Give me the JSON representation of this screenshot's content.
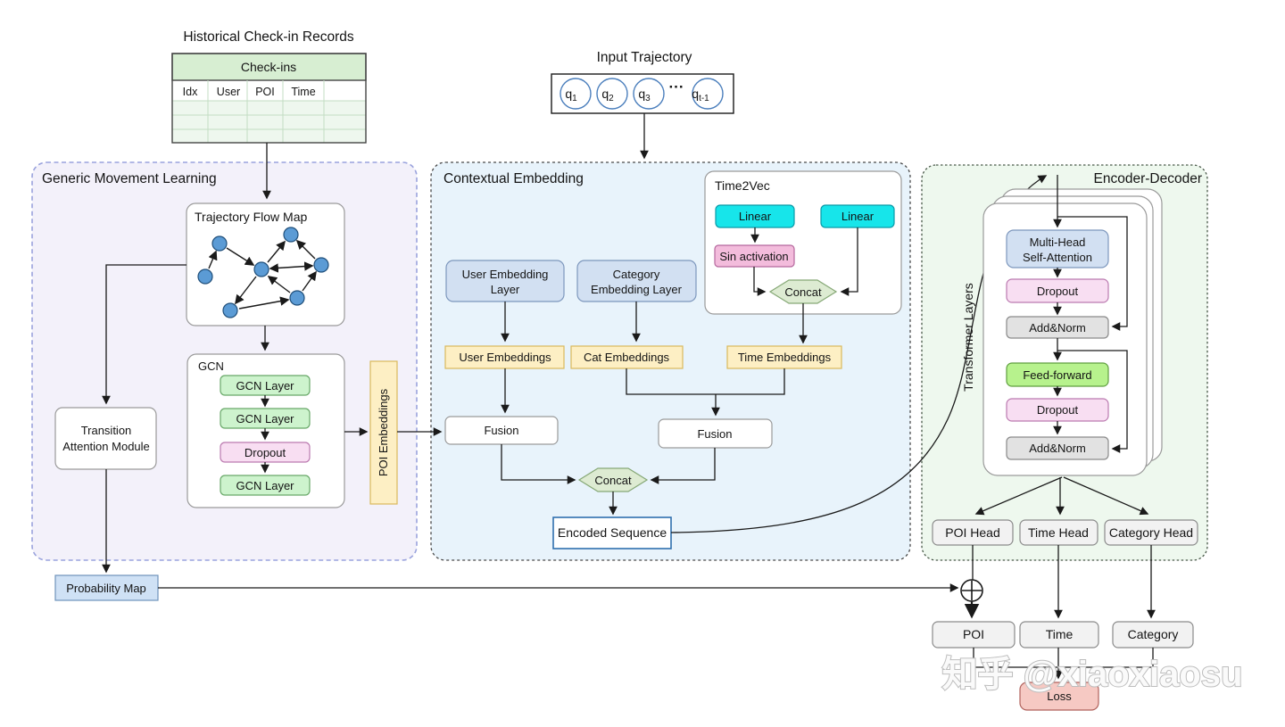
{
  "palette": {
    "movement_bg": "#f3f1fa",
    "movement_border": "#9aa3dd",
    "context_bg": "#e8f3fb",
    "context_border": "#4a4a4a",
    "encdec_bg": "#eef8ee",
    "encdec_border": "#4a5a4a",
    "green_box": "#cdf3cd",
    "pink_box": "#f8def2",
    "yellow_box": "#fdefc4",
    "blue_box": "#d2e0f2",
    "cyan_box": "#17e5ea",
    "magenta_box": "#f3bcdc",
    "hex_green": "#ddebd2",
    "ff_green": "#b7f28d",
    "gray_box": "#e2e2e2",
    "output_gray": "#f2f2f2",
    "prob_blue": "#cfe1f5",
    "loss_red": "#f6c9c3",
    "table_header_green": "#d7eed2",
    "node_blue": "#5b9bd5"
  },
  "checkins": {
    "title": "Historical Check-in Records",
    "header": "Check-ins",
    "columns": [
      "Idx",
      "User",
      "POI",
      "Time"
    ]
  },
  "trajectory": {
    "label": "Input Trajectory",
    "dots": "···",
    "items": [
      {
        "base": "q",
        "sub": "1"
      },
      {
        "base": "q",
        "sub": "2"
      },
      {
        "base": "q",
        "sub": "3"
      },
      {
        "base": "q",
        "sub": "t-1"
      }
    ]
  },
  "movement": {
    "title": "Generic Movement Learning",
    "flow_map_label": "Trajectory Flow Map",
    "gcn_title": "GCN",
    "gcn_layers": [
      "GCN Layer",
      "GCN Layer",
      "Dropout",
      "GCN Layer"
    ],
    "tam_line1": "Transition",
    "tam_line2": "Attention Module",
    "poi_embeddings": "POI Embeddings",
    "probability_map": "Probability Map"
  },
  "context": {
    "title": "Contextual Embedding",
    "time2vec": {
      "title": "Time2Vec",
      "linear1": "Linear",
      "linear2": "Linear",
      "sin": "Sin activation",
      "concat": "Concat"
    },
    "user_layer_line1": "User Embedding",
    "user_layer_line2": "Layer",
    "cat_layer_line1": "Category",
    "cat_layer_line2": "Embedding Layer",
    "user_embeddings": "User Embeddings",
    "cat_embeddings": "Cat Embeddings",
    "time_embeddings": "Time Embeddings",
    "fusion_left": "Fusion",
    "fusion_right": "Fusion",
    "concat": "Concat",
    "encoded_sequence": "Encoded Sequence"
  },
  "encoder_decoder": {
    "title": "Encoder-Decoder",
    "stack_label": "Transformer Layers",
    "mhsa_line1": "Multi-Head",
    "mhsa_line2": "Self-Attention",
    "dropout1": "Dropout",
    "addnorm1": "Add&Norm",
    "feed_forward": "Feed-forward",
    "dropout2": "Dropout",
    "addnorm2": "Add&Norm",
    "heads": [
      "POI Head",
      "Time Head",
      "Category Head"
    ]
  },
  "outputs": {
    "poi": "POI",
    "time": "Time",
    "category": "Category",
    "loss": "Loss"
  },
  "watermark": "知乎 @xiaoxiaosu"
}
